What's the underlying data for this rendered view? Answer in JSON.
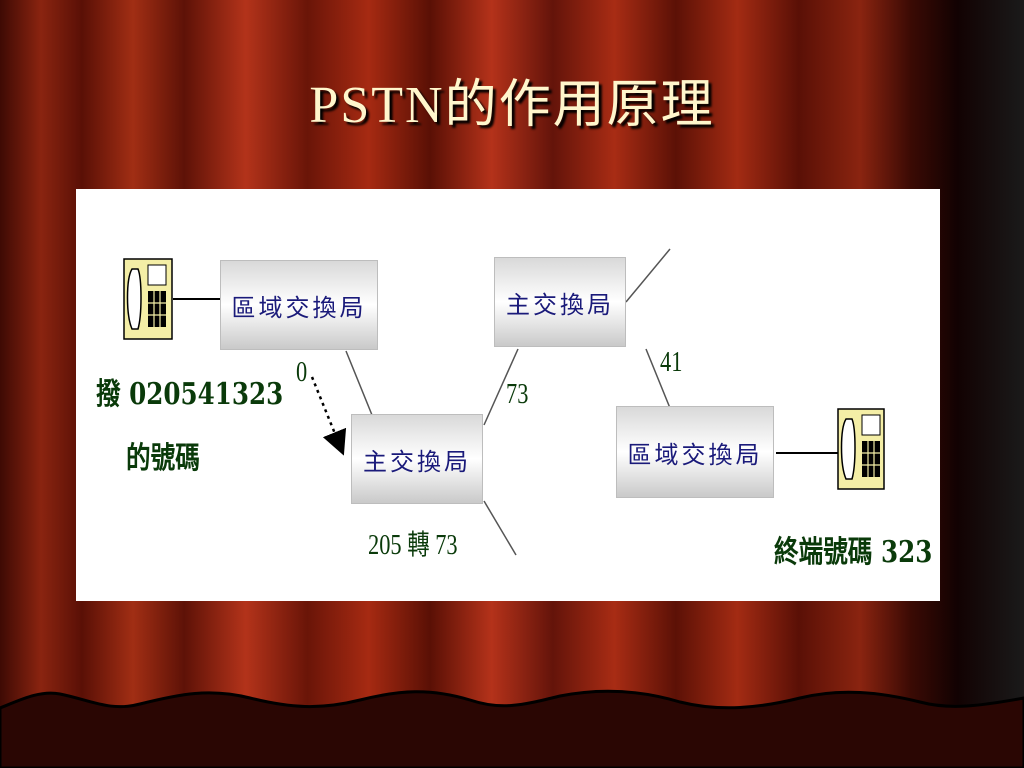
{
  "slide": {
    "title": "PSTN的作用原理"
  },
  "diagram": {
    "nodes": {
      "local_exchange_left": "區域交換局",
      "main_exchange_top": "主交換局",
      "main_exchange_middle": "主交換局",
      "local_exchange_right": "區域交換局"
    },
    "labels": {
      "prefix_zero": "0",
      "route_73": "73",
      "route_41": "41",
      "middle_caption": "205 轉 73",
      "caller_line1": "撥 020541323",
      "caller_line2": "的號碼",
      "callee": "終端號碼 323"
    },
    "icons": [
      "telephone-icon",
      "telephone-icon"
    ],
    "colors": {
      "background_curtain": "#6e1408",
      "panel": "#ffffff",
      "node_text": "#1a1a7a",
      "label_text": "#0a3a0a",
      "title_text": "#fff6cc"
    }
  }
}
